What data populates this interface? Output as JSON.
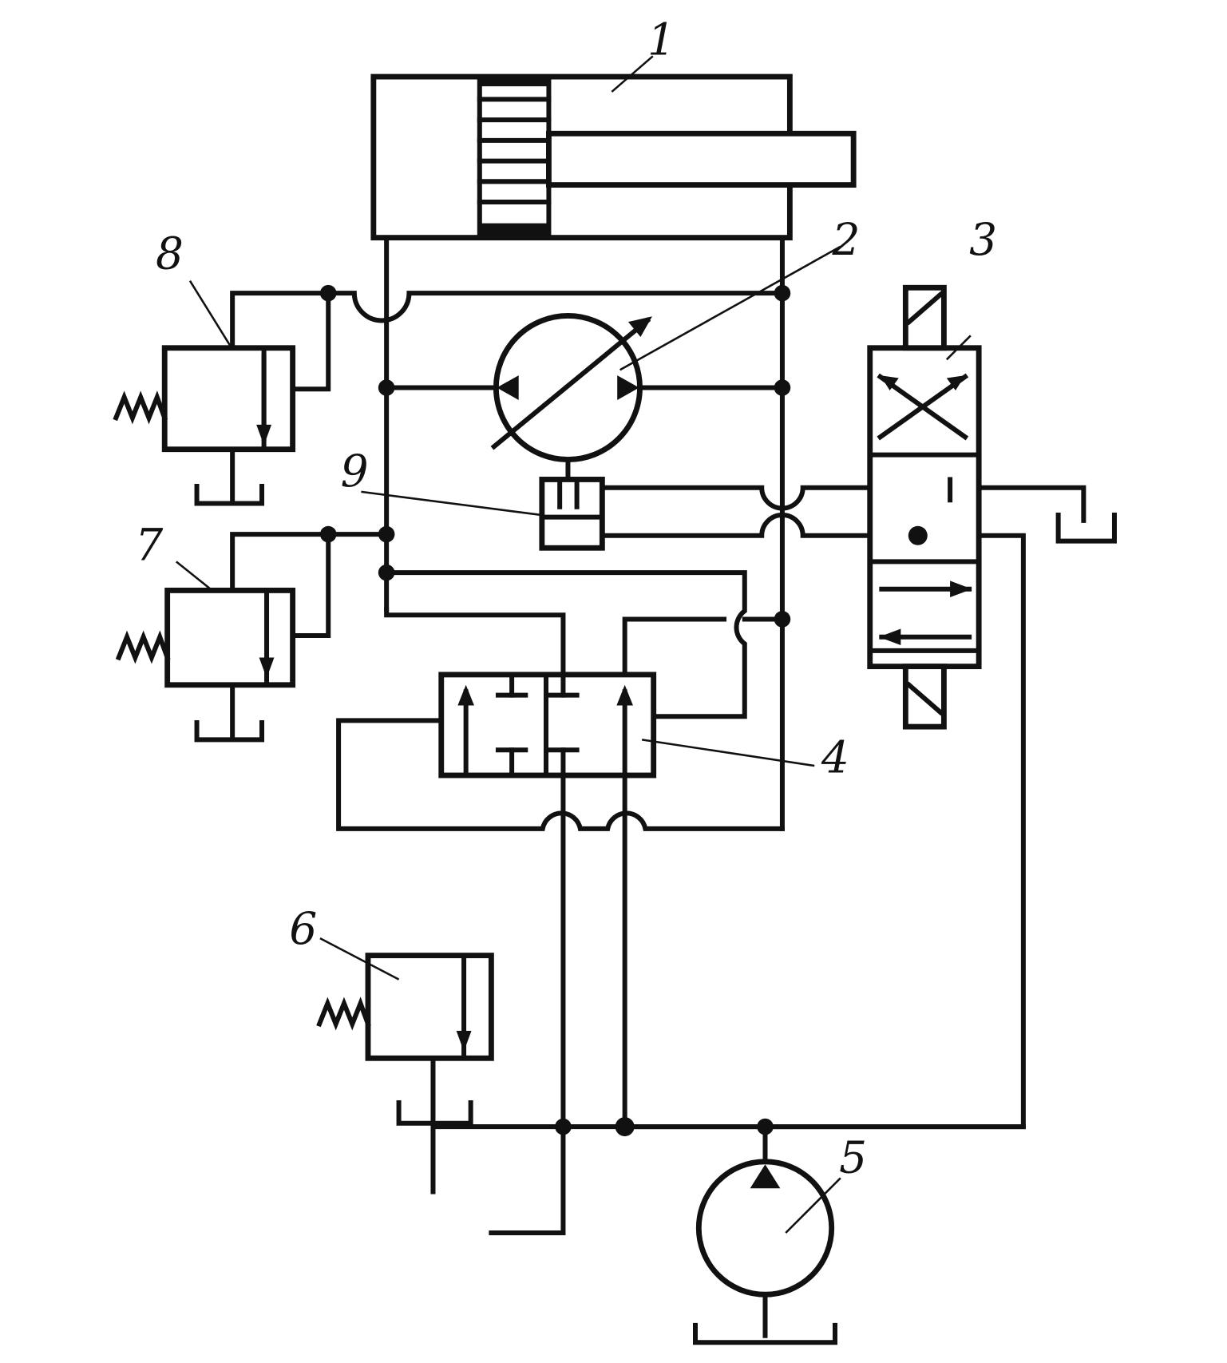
{
  "diagram": {
    "labels": [
      {
        "id": "cylinder",
        "text": "1"
      },
      {
        "id": "hydraulic-motor",
        "text": "2"
      },
      {
        "id": "directional-valve",
        "text": "3"
      },
      {
        "id": "control-valve",
        "text": "4"
      },
      {
        "id": "pump",
        "text": "5"
      },
      {
        "id": "relief-valve-6",
        "text": "6"
      },
      {
        "id": "relief-valve-7",
        "text": "7"
      },
      {
        "id": "relief-valve-8",
        "text": "8"
      },
      {
        "id": "servo-cylinder",
        "text": "9"
      }
    ]
  }
}
